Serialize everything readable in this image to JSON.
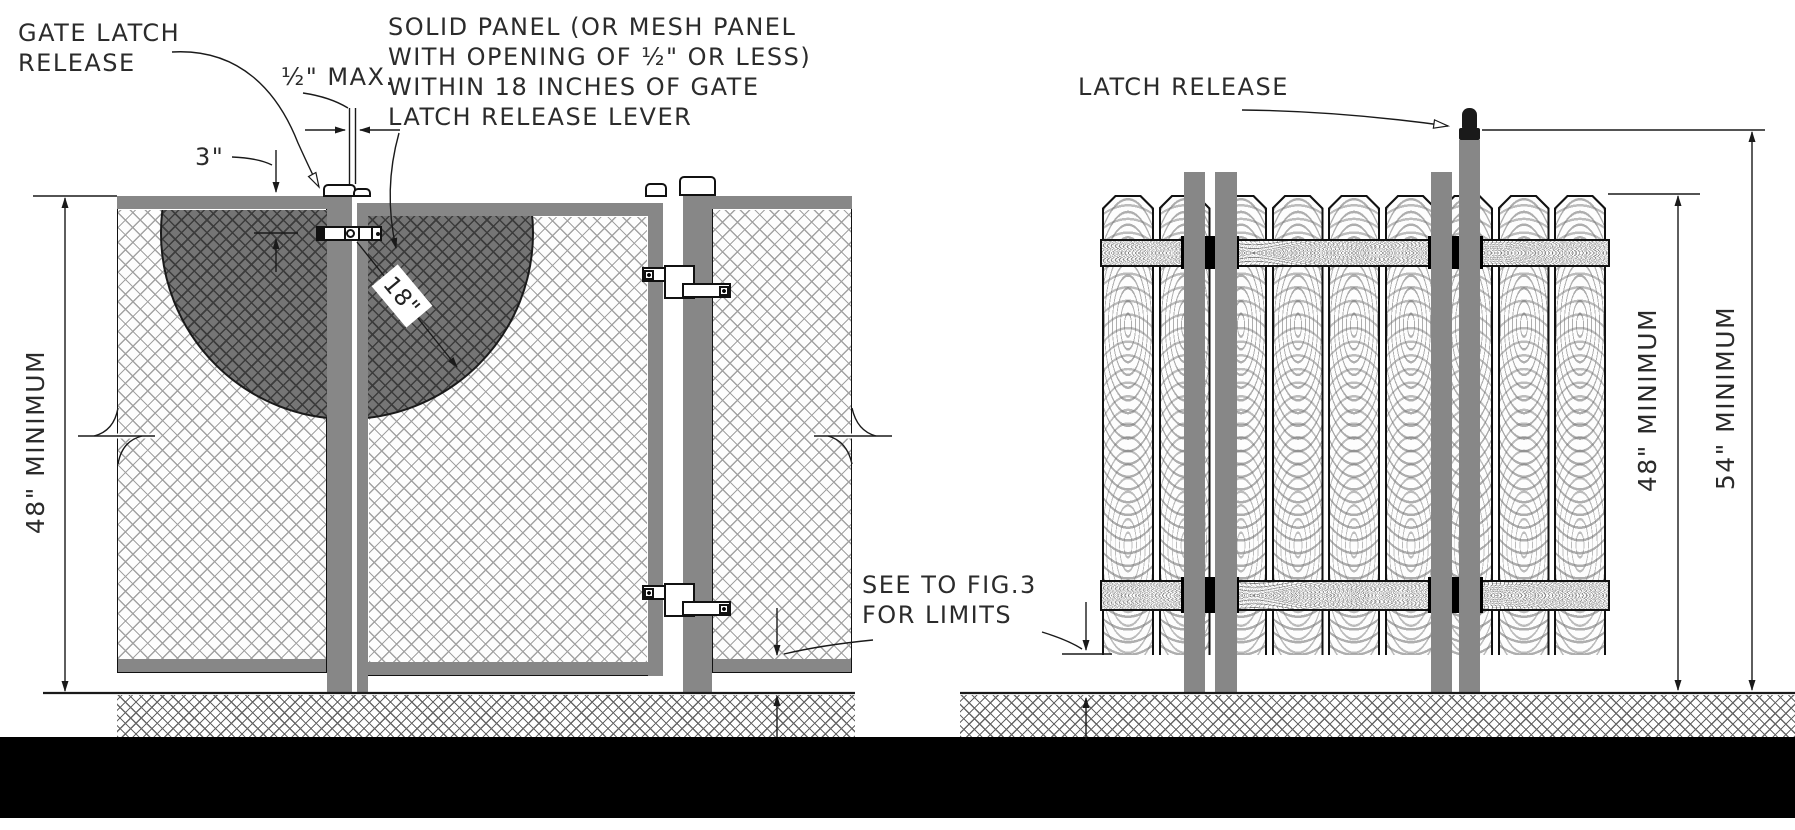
{
  "canvas": {
    "background": "#ffffff",
    "line_ink": "#1a1a1a",
    "frame_gray": "#878787",
    "dark_mesh_fill": "#757575",
    "ground_bar": "#000000"
  },
  "left_diagram": {
    "type": "chain-link fence gate elevation",
    "labels": {
      "gate_latch_release_line1": "GATE LATCH",
      "gate_latch_release_line2": "RELEASE",
      "half_inch_max": "½\" MAX.",
      "three_inch": "3\"",
      "panel_note_line1": "SOLID PANEL (OR MESH PANEL",
      "panel_note_line2": "WITH OPENING OF ½\" OR LESS)",
      "panel_note_line3": "WITHIN 18 INCHES OF GATE",
      "panel_note_line4": "LATCH RELEASE LEVER",
      "radius_tag": "18\"",
      "height_dimension": "48\" MINIMUM",
      "see_fig_line1": "SEE TO FIG.3",
      "see_fig_line2": "FOR LIMITS"
    }
  },
  "right_diagram": {
    "type": "solid wood fence elevation",
    "labels": {
      "latch_release": "LATCH RELEASE",
      "height_dimension_48": "48\" MINIMUM",
      "height_dimension_54": "54\" MINIMUM"
    },
    "picket_count": 9
  }
}
